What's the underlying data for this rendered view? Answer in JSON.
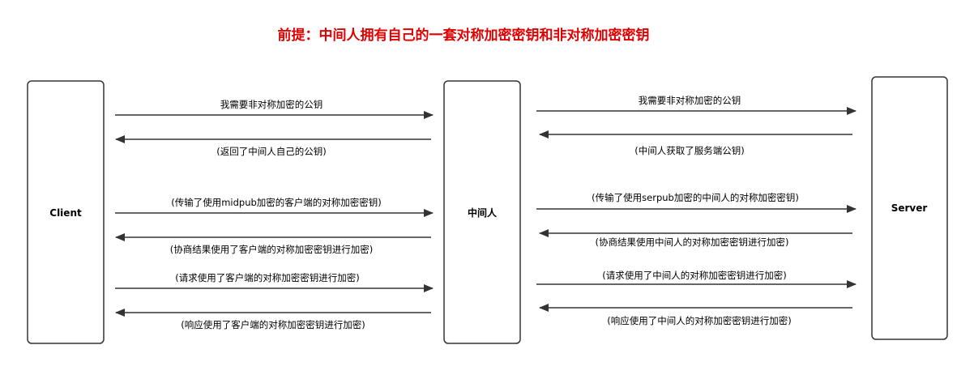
{
  "title": "前提：中间人拥有自己的一套对称加密密钥和非对称加密密钥",
  "title_color": "#e00000",
  "nodes": {
    "client": "Client",
    "mitm": "中间人",
    "server": "Server"
  },
  "left_messages": [
    "我需要非对称加密的公钥",
    "(返回了中间人自己的公钥)",
    "(传输了使用midpub加密的客户端的对称加密密钥)",
    "(协商结果使用了客户端的对称加密密钥进行加密)",
    "(请求使用了客户端的对称加密密钥进行加密)",
    "(响应使用了客户端的对称加密密钥进行加密)"
  ],
  "right_messages": [
    "我需要非对称加密的公钥",
    "(中间人获取了服务端公钥)",
    "(传输了使用serpub加密的中间人的对称加密密钥)",
    "(协商结果使用中间人的对称加密密钥进行加密)",
    "(请求使用了中间人的对称加密密钥进行加密)",
    "(响应使用了中间人的对称加密密钥进行加密)"
  ]
}
